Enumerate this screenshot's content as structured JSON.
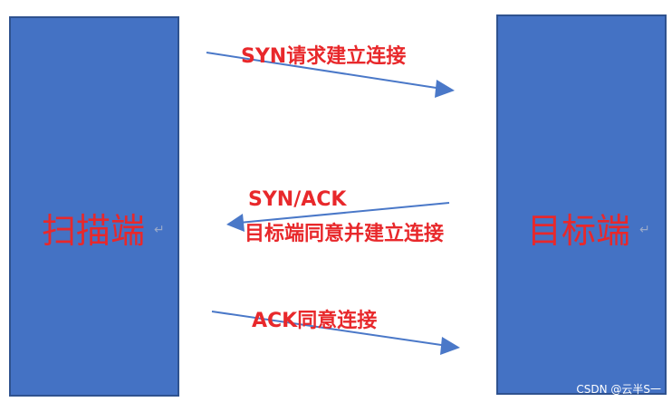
{
  "scanner": {
    "label": "扫描端"
  },
  "target": {
    "label": "目标端"
  },
  "messages": {
    "syn": "SYN请求建立连接",
    "synack_line1": "SYN/ACK",
    "synack_line2": "目标端同意并建立连接",
    "ack": "ACK同意连接"
  },
  "watermark": "CSDN @云半S一",
  "colors": {
    "box_fill": "#4472c4",
    "label_text": "#e8282b",
    "arrow": "#4a78c8"
  }
}
